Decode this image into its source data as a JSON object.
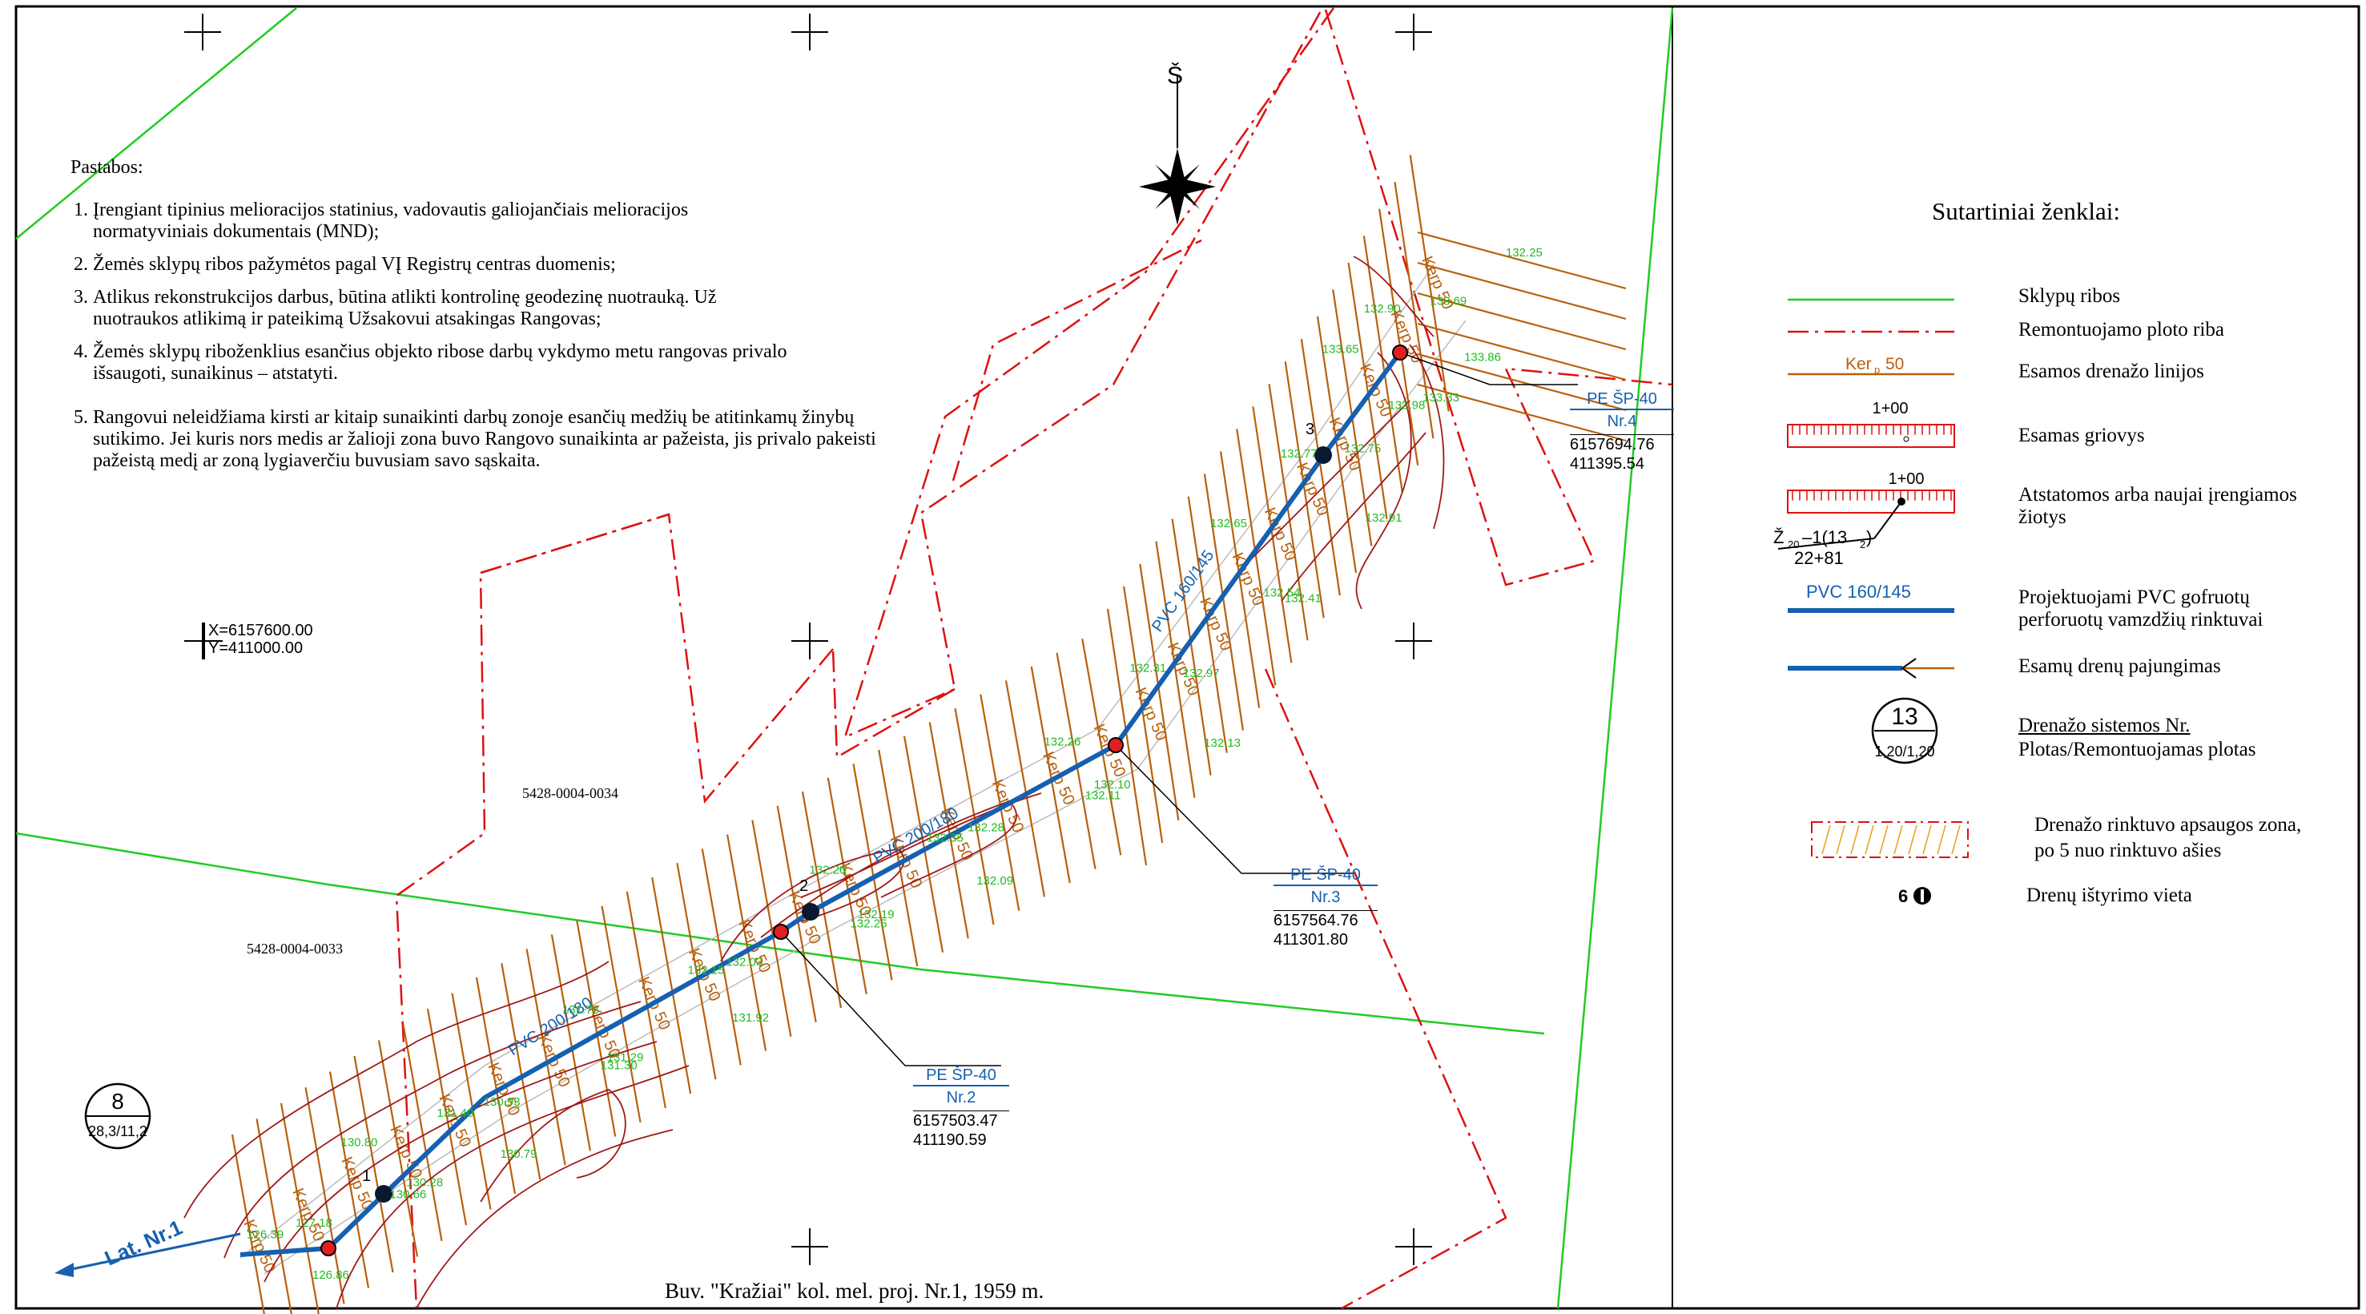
{
  "notes": {
    "title": "Pastabos:",
    "items": [
      {
        "num": "1.",
        "text": "Įrengiant tipinius melioracijos statinius, vadovautis galiojančiais melioracijos normatyviniais dokumentais (MND);"
      },
      {
        "num": "2.",
        "text": "Žemės sklypų ribos pažymėtos pagal VĮ Registrų centras duomenis;"
      },
      {
        "num": "3.",
        "text": "Atlikus rekonstrukcijos darbus, būtina atlikti kontrolinę geodezinę nuotrauką. Už nuotraukos atlikimą ir pateikimą Užsakovui atsakingas Rangovas;"
      },
      {
        "num": "4.",
        "text": "Žemės sklypų riboženklius esančius objekto ribose darbų vykdymo metu rangovas privalo išsaugoti, sunaikinus – atstatyti."
      },
      {
        "num": "5.",
        "text": "Rangovui neleidžiama kirsti ar kitaip sunaikinti darbų zonoje esančių medžių be atitinkamų žinybų sutikimo. Jei kuris nors medis ar žalioji zona buvo Rangovo sunaikinta ar pažeista, jis privalo pakeisti pažeistą medį ar zoną lygiaverčiu buvusiam savo sąskaita."
      }
    ]
  },
  "legend": {
    "heading": "Sutartiniai ženklai:",
    "items": [
      {
        "label": "Sklypų ribos",
        "symbol": "parcel-boundary"
      },
      {
        "label": "Remontuojamo ploto riba",
        "symbol": "repair-boundary"
      },
      {
        "label": "Esamos drenažo linijos",
        "symbol": "existing-drain",
        "sample": "Ker",
        "sample_sub": "p",
        "sample_num": "50"
      },
      {
        "label": "Esamas griovys",
        "symbol": "existing-ditch",
        "sample": "1+00"
      },
      {
        "label": "Atstatomos arba naujai įrengiamos žiotys",
        "symbol": "outlet",
        "sample": "1+00",
        "formula": "Ž",
        "formula_sub": "20",
        "formula_rest": "–1(13",
        "formula_sub2": "2",
        "formula_end": ")",
        "chainage": "22+81"
      },
      {
        "label": "Projektuojami PVC gofruotų perforuotų vamzdžių rinktuvai",
        "symbol": "pvc-collector",
        "sample": "PVC 160/145"
      },
      {
        "label": "Esamų drenų pajungimas",
        "symbol": "drain-connection"
      },
      {
        "label": "Drenažo sistemos Nr.",
        "label2": "Plotas/Remontuojamas plotas",
        "symbol": "system-number",
        "sample_top": "13",
        "sample_bottom": "1,20/1,20"
      },
      {
        "label": "Drenažo rinktuvo apsaugos zona,",
        "label2": "po 5 nuo rinktuvo ašies",
        "symbol": "protection-zone"
      },
      {
        "label": "Drenų ištyrimo vieta",
        "symbol": "survey-point",
        "sample": "6"
      }
    ]
  },
  "map": {
    "north": "Š",
    "origin": {
      "x": "X=6157600.00",
      "y": "Y=411000.00"
    },
    "parcels": [
      "5428-0004-0034",
      "5428-0004-0033"
    ],
    "system_badge": {
      "top": "8",
      "bottom": "28,3/11,2"
    },
    "lateral": "Lat. Nr.1",
    "caption": "Buv. \"Kražiai\" kol. mel. proj. Nr.1, 1959 m.",
    "wells": [
      {
        "name": "PE ŠP-40",
        "nr": "Nr.2",
        "x": "6157503.47",
        "y": "411190.59"
      },
      {
        "name": "PE ŠP-40",
        "nr": "Nr.3",
        "x": "6157564.76",
        "y": "411301.80"
      },
      {
        "name": "PE ŠP-40",
        "nr": "Nr.4",
        "x": "6157694.76",
        "y": "411395.54"
      }
    ],
    "collector_labels": [
      "PVC 160/145",
      "PVC 200/180",
      "PVC 200/180"
    ],
    "drain_label": "Ker",
    "drain_sub": "p",
    "drain_num": "50",
    "elevations": [
      "132.25",
      "132.90",
      "133.69",
      "133.86",
      "133.65",
      "132.98",
      "133.33",
      "132.77",
      "132.75",
      "132.91",
      "132.65",
      "132.54",
      "132.41",
      "132.31",
      "132.97",
      "132.13",
      "132.26",
      "132.11",
      "132.10",
      "132.35",
      "132.28",
      "132.09",
      "132.26",
      "132.25",
      "132.19",
      "132.15",
      "132.03",
      "131.92",
      "131.78",
      "131.30",
      "131.29",
      "131.40",
      "130.93",
      "130.79",
      "130.80",
      "130.66",
      "130.28",
      "126.39",
      "127.18",
      "126.86"
    ],
    "survey_points": [
      "1",
      "2",
      "3"
    ]
  }
}
